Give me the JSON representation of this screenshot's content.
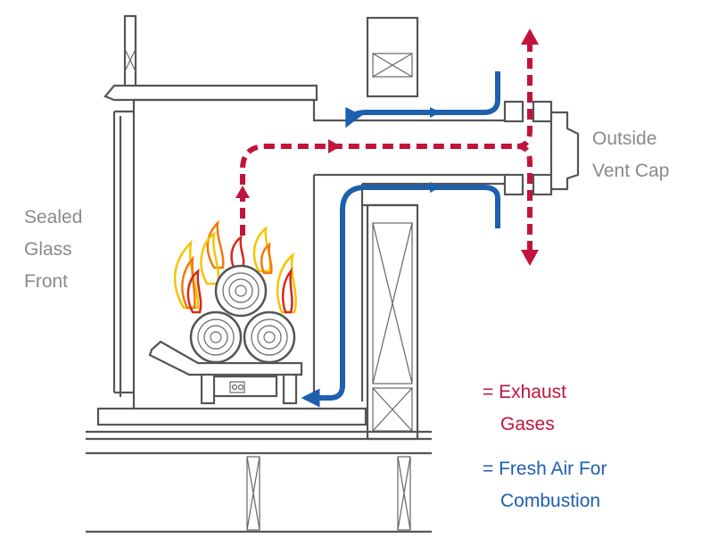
{
  "labels": {
    "glass_line1": "Sealed",
    "glass_line2": "Glass",
    "glass_line3": "Front",
    "vent_line1": "Outside",
    "vent_line2": "Vent Cap"
  },
  "legend": {
    "exhaust_line1": "= Exhaust",
    "exhaust_line2": "Gases",
    "fresh_line1": "= Fresh Air For",
    "fresh_line2": "Combustion"
  },
  "colors": {
    "exhaust": "#c0143c",
    "fresh_air": "#1e5fae",
    "label_gray": "#8a8a8a",
    "line": "#555555",
    "flame_outer": "#f5c400",
    "flame_mid": "#f07a10",
    "flame_inner": "#d42a1e"
  }
}
